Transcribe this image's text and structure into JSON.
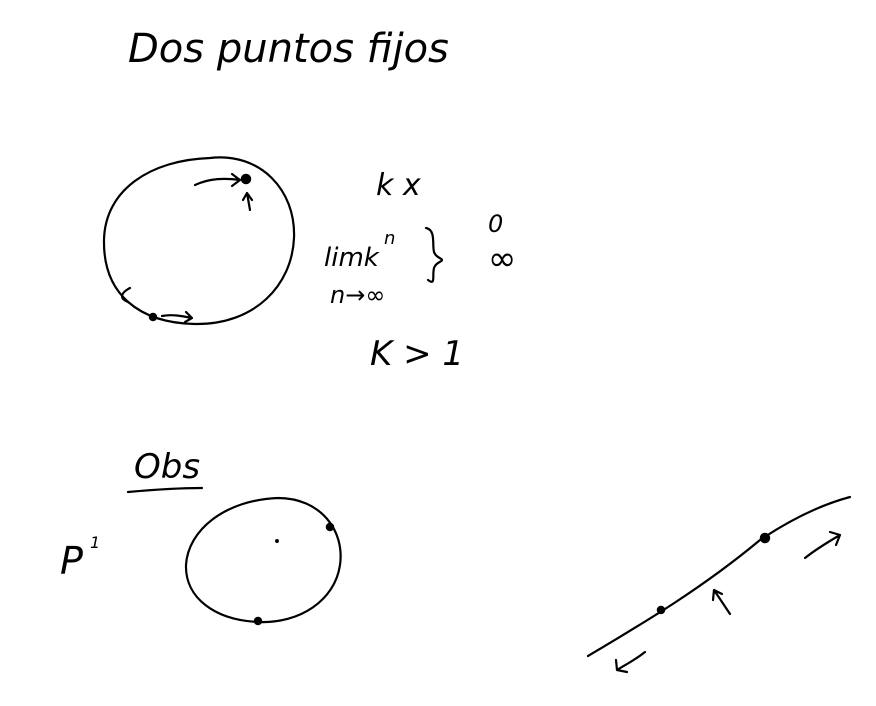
{
  "title": "Dos puntos fijos",
  "top_section": {
    "multiplier_label": "k x",
    "limit_label": "limk",
    "limit_exponent": "n",
    "limit_subscript": "n→∞",
    "results": [
      "0",
      "∞"
    ],
    "condition": "K > 1"
  },
  "bottom_section": {
    "heading": "Obs",
    "projective_label": "P",
    "projective_superscript": "1"
  },
  "colors": {
    "ink": "#000000",
    "background": "#ffffff"
  }
}
